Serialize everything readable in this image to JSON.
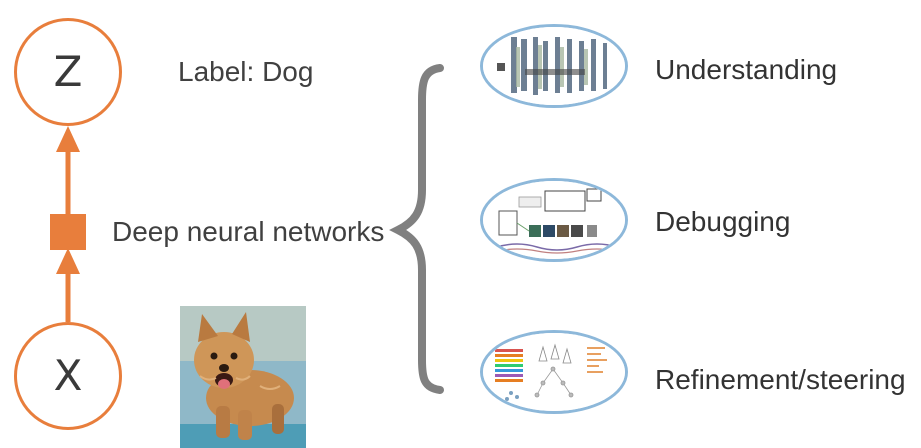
{
  "graph": {
    "top_node": "Z",
    "bottom_node": "X",
    "label_text": "Label: Dog",
    "model_text": "Deep neural networks",
    "node_color": "#E87E3C"
  },
  "applications": [
    {
      "label": "Understanding"
    },
    {
      "label": "Debugging"
    },
    {
      "label": "Refinement/steering"
    }
  ],
  "colors": {
    "accent": "#E87E3C",
    "ellipse_border": "#8DB8DA",
    "brace": "#808080",
    "text": "#404040"
  }
}
